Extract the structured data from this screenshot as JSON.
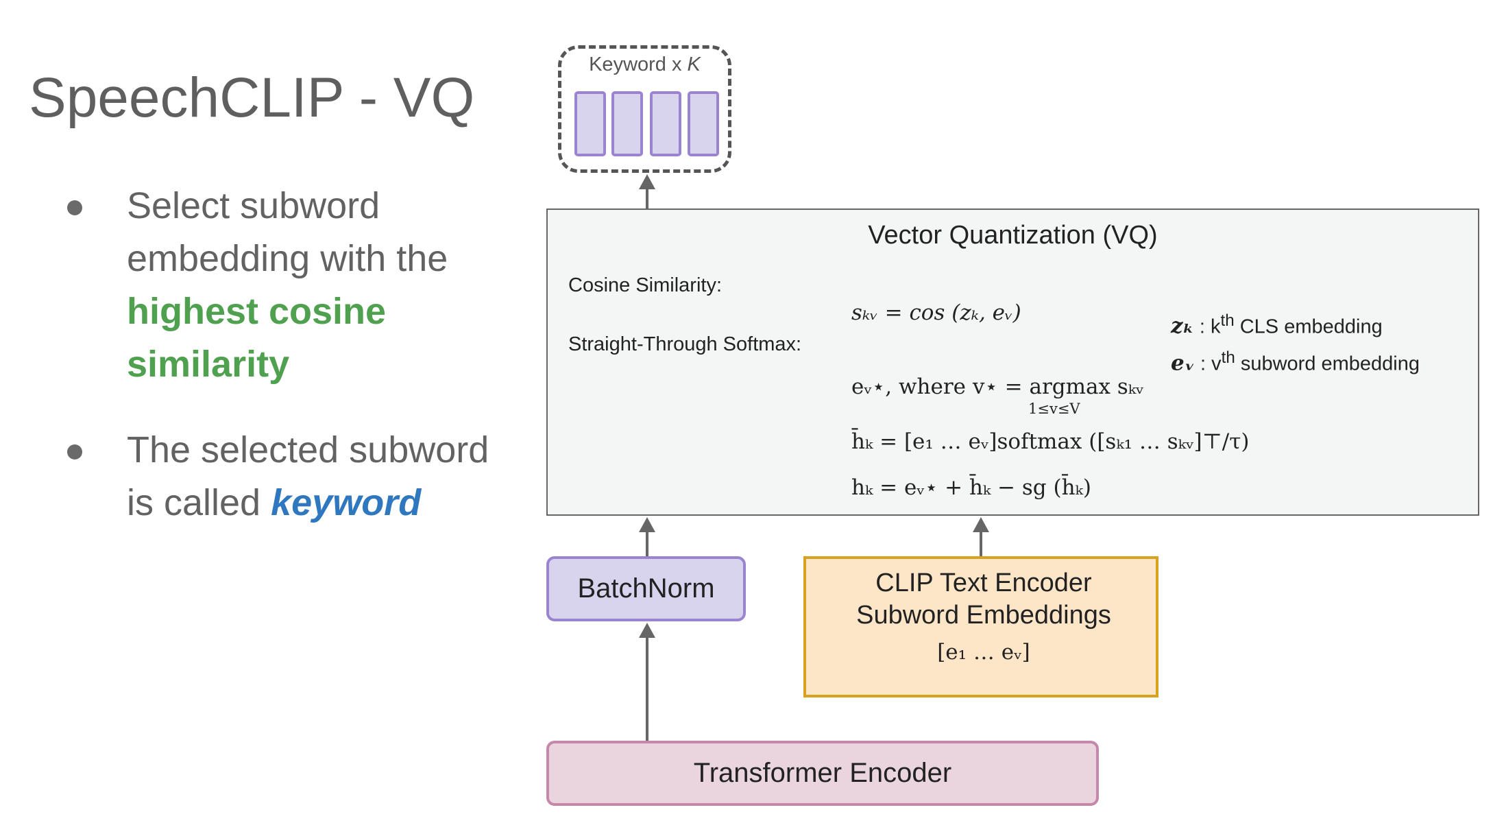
{
  "slide": {
    "title": "SpeechCLIP - VQ",
    "bullets": [
      {
        "pre": "Select subword embedding with the ",
        "highlight": "highest cosine similarity",
        "post": ""
      },
      {
        "pre": "The selected subword is called ",
        "highlight": "keyword",
        "post": ""
      }
    ],
    "colors": {
      "highlight_green": "#4fa04f",
      "highlight_blue": "#2f78bf"
    }
  },
  "diagram": {
    "keyword_box": {
      "label": "Keyword x ",
      "label_var": "K",
      "cells": 4
    },
    "vq": {
      "title": "Vector Quantization (VQ)",
      "label_cosine": "Cosine Similarity:",
      "label_softmax": "Straight-Through Softmax:",
      "eq_cos": "sₖᵥ = cos (zₖ, eᵥ)",
      "eq_argmax": "eᵥ⋆,  where v⋆ = argmax sₖᵥ",
      "eq_argmax_sub": "1≤v≤V",
      "eq_hbar": "h̄ₖ = [e₁ … eᵥ]softmax ([sₖ₁ … sₖᵥ]⊤/τ)",
      "eq_h": "hₖ = eᵥ⋆ + h̄ₖ − sg (h̄ₖ)",
      "legend_z_sym": "zₖ",
      "legend_z_text": " : k",
      "legend_z_sup": "th",
      "legend_z_rest": " CLS embedding",
      "legend_e_sym": "eᵥ",
      "legend_e_text": " : v",
      "legend_e_sup": "th",
      "legend_e_rest": " subword embedding"
    },
    "batchnorm": "BatchNorm",
    "clip": {
      "line1": "CLIP Text Encoder",
      "line2": "Subword Embeddings",
      "math": "[e₁ … eᵥ]"
    },
    "transformer": "Transformer Encoder"
  }
}
